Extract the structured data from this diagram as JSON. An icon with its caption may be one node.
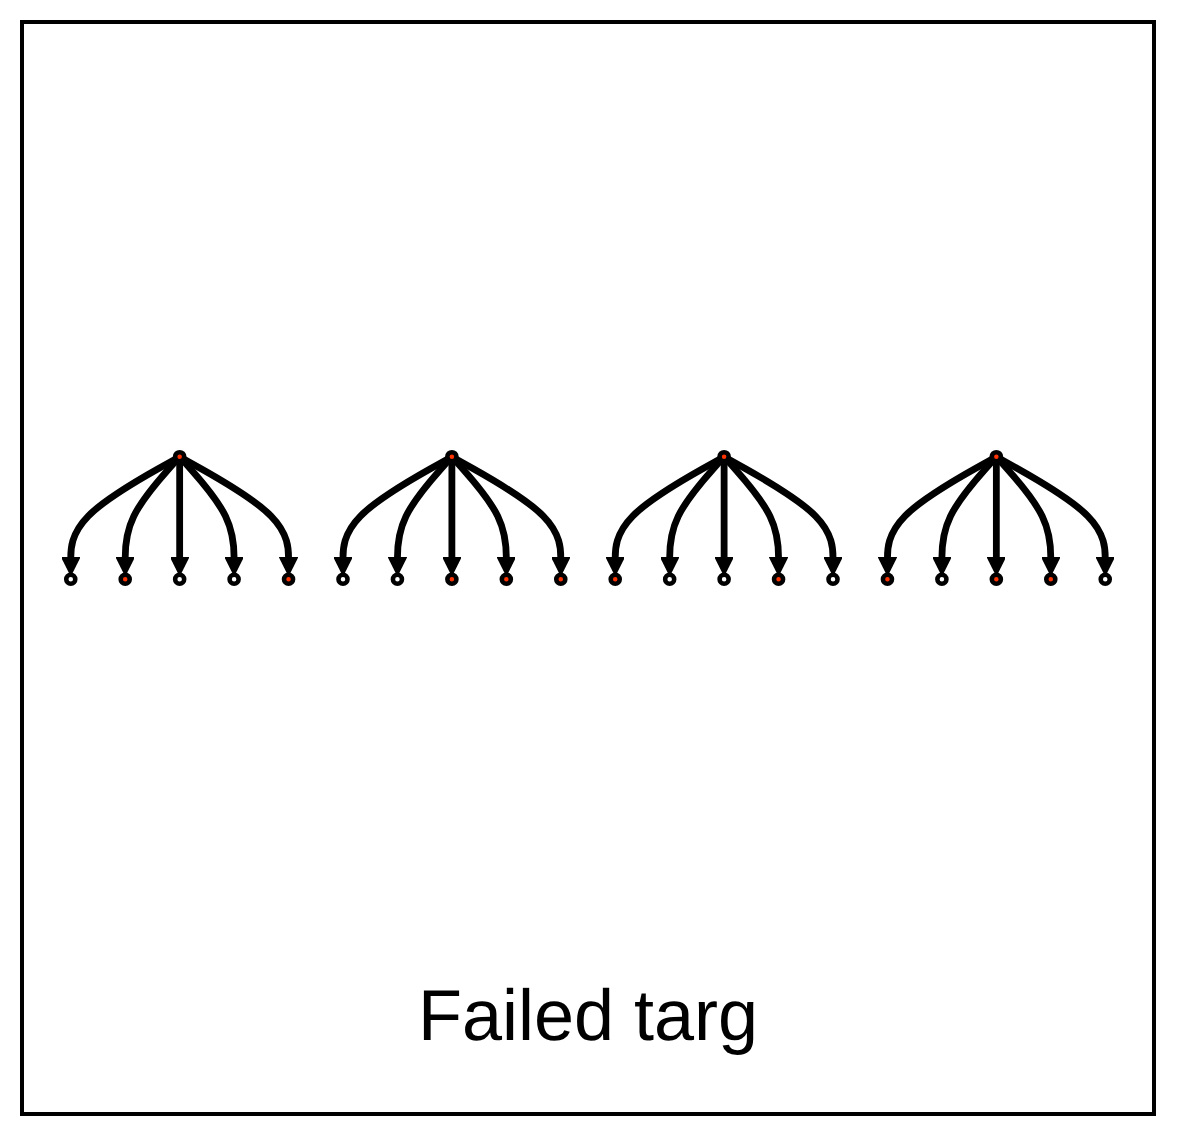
{
  "diagram": {
    "caption": "Failed targ",
    "nodes": [
      {
        "text": [],
        "shape": "circle"
      },
      {
        "text": [],
        "shape": "circle"
      },
      {
        "text": [],
        "shape": "circle"
      },
      {
        "text": [],
        "shape": "circle"
      },
      {
        "text": [],
        "shape": "circle"
      },
      {
        "text": [],
        "shape": "circle"
      },
      {
        "text": [],
        "shape": "circle"
      },
      {
        "text": [],
        "shape": "circle"
      },
      {
        "text": [],
        "shape": "circle"
      },
      {
        "text": [],
        "shape": "circle"
      },
      {
        "text": [],
        "shape": "circle"
      },
      {
        "text": [],
        "shape": "circle"
      },
      {
        "text": [],
        "shape": "circle"
      },
      {
        "text": [],
        "shape": "circle"
      },
      {
        "text": [],
        "shape": "circle"
      },
      {
        "text": [],
        "shape": "circle"
      },
      {
        "text": [],
        "shape": "circle"
      },
      {
        "text": [],
        "shape": "circle"
      },
      {
        "text": [],
        "shape": "circle"
      },
      {
        "text": [],
        "shape": "circle"
      },
      {
        "text": [],
        "shape": "circle"
      },
      {
        "text": [],
        "shape": "circle"
      },
      {
        "text": [],
        "shape": "circle"
      },
      {
        "text": [],
        "shape": "circle"
      }
    ],
    "edges": [
      {
        "from": 0,
        "to": 1,
        "arrow": "to"
      },
      {
        "from": 0,
        "to": 2,
        "arrow": "to"
      },
      {
        "from": 0,
        "to": 3,
        "arrow": "to"
      },
      {
        "from": 0,
        "to": 4,
        "arrow": "to"
      },
      {
        "from": 0,
        "to": 5,
        "arrow": "to"
      },
      {
        "from": 6,
        "to": 7,
        "arrow": "to"
      },
      {
        "from": 6,
        "to": 8,
        "arrow": "to"
      },
      {
        "from": 6,
        "to": 9,
        "arrow": "to"
      },
      {
        "from": 6,
        "to": 10,
        "arrow": "to"
      },
      {
        "from": 6,
        "to": 11,
        "arrow": "to"
      },
      {
        "from": 12,
        "to": 13,
        "arrow": "to"
      },
      {
        "from": 12,
        "to": 14,
        "arrow": "to"
      },
      {
        "from": 12,
        "to": 15,
        "arrow": "to"
      },
      {
        "from": 12,
        "to": 16,
        "arrow": "to"
      },
      {
        "from": 12,
        "to": 17,
        "arrow": "to"
      },
      {
        "from": 18,
        "to": 19,
        "arrow": "to"
      },
      {
        "from": 18,
        "to": 20,
        "arrow": "to"
      },
      {
        "from": 18,
        "to": 21,
        "arrow": "to"
      },
      {
        "from": 18,
        "to": 22,
        "arrow": "to"
      },
      {
        "from": 18,
        "to": 23,
        "arrow": "to"
      }
    ]
  }
}
